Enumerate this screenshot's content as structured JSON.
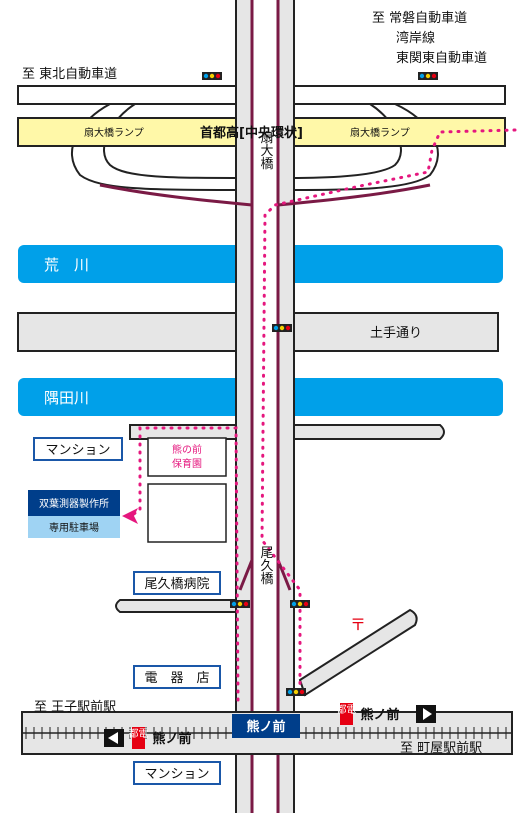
{
  "colors": {
    "road": "#e6e6e6",
    "road_outline": "#222222",
    "main_road": "#7a1a45",
    "river": "#00a0e9",
    "expressway": "#fff8a8",
    "route_dots": "#e5177e",
    "building_border": "#1a57a8",
    "station_bg": "#003e8a",
    "company_bg": "#003e8a",
    "parking_bg": "#9fd3f3",
    "post_office": "#e60012"
  },
  "destinations": {
    "joban": "至 常磐自動車道",
    "wangan": "湾岸線",
    "higashi_kanto": "東関東自動車道",
    "tohoku": "至 東北自動車道",
    "oji": "至 王子駅前駅",
    "machiya": "至 町屋駅前駅"
  },
  "expressway": {
    "name": "首都高[中央環状]",
    "ramp_left": "扇大橋ランプ",
    "ramp_right": "扇大橋ランプ"
  },
  "bridges": {
    "ogi": "扇大橋",
    "oku": "尾久橋"
  },
  "rivers": {
    "ara": "荒　川",
    "sumida": "隅田川"
  },
  "roads": {
    "dote": "土手通り"
  },
  "buildings": {
    "mansion_top": "マンション",
    "nursery_line1": "熊の前",
    "nursery_line2": "保育園",
    "company": "双葉測器製作所",
    "parking": "専用駐車場",
    "hospital": "尾久橋病院",
    "electric": "電　器　店",
    "mansion_bottom": "マンション"
  },
  "tram": {
    "station": "熊ノ前",
    "stop_right": "熊ノ前",
    "stop_left": "熊ノ前",
    "badge": "都電"
  },
  "icons": {
    "traffic_light": "traffic-light-icon",
    "post_office": "post-office-icon",
    "destination_arrow": "pink-arrow-icon",
    "direction_arrow": "arrow-icon"
  }
}
